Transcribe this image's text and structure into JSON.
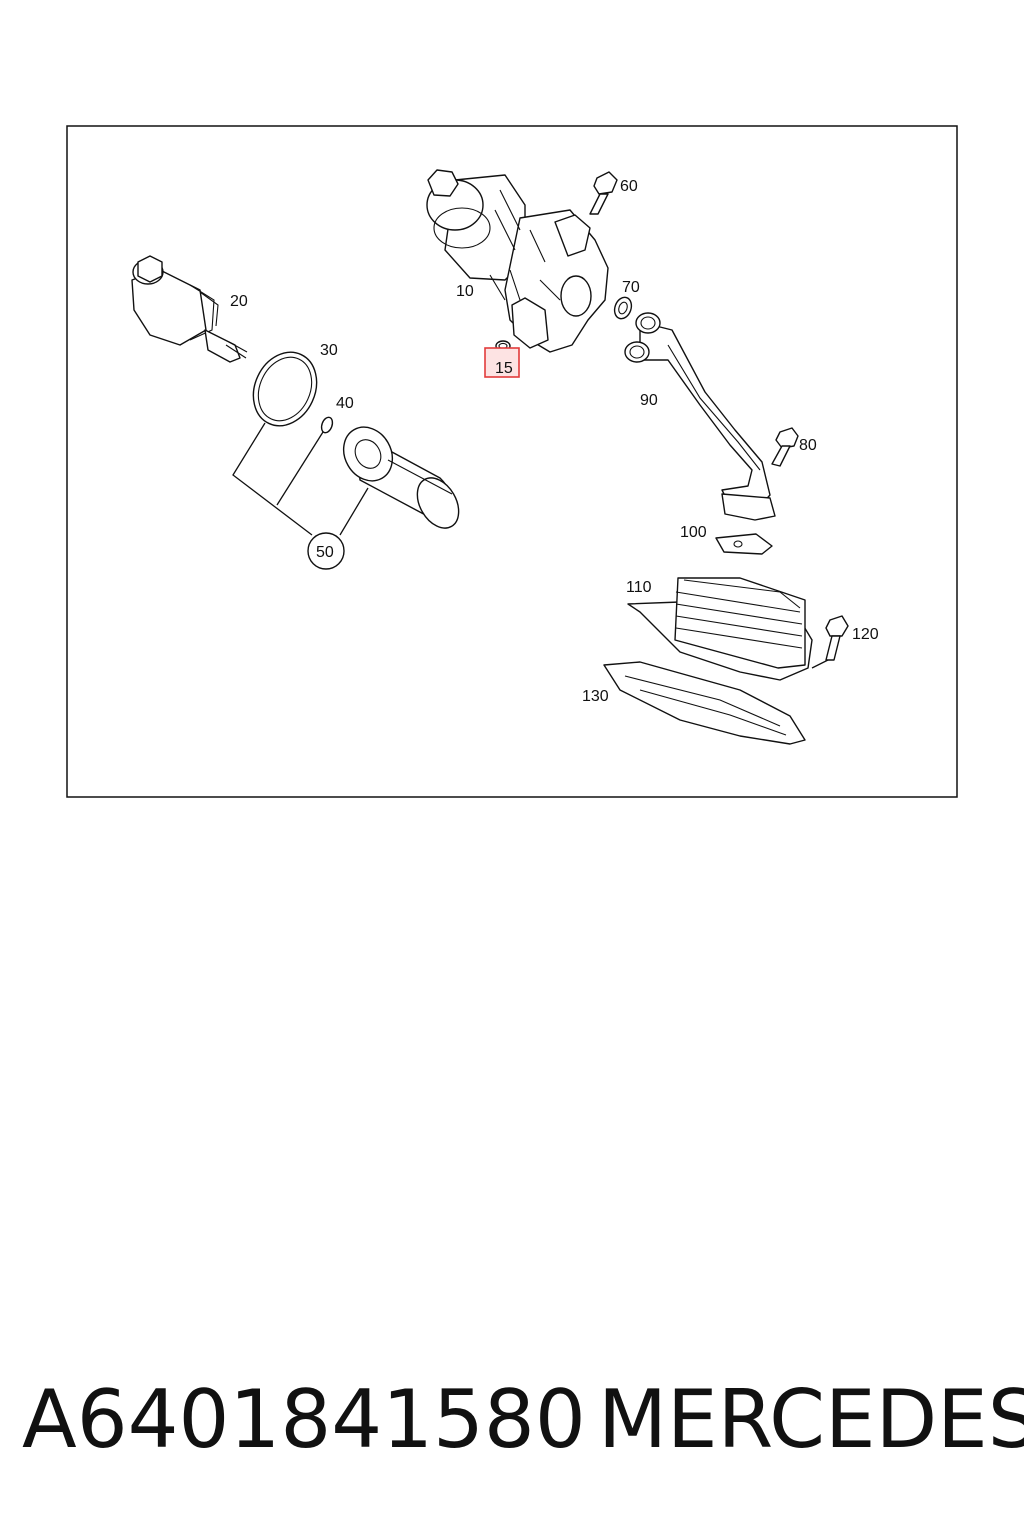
{
  "diagram": {
    "highlight_color": "#e23b3b",
    "highlight_fill": "#fde3e3",
    "labels": {
      "p10": "10",
      "p15": "15",
      "p20": "20",
      "p30": "30",
      "p40": "40",
      "p50": "50",
      "p60": "60",
      "p70": "70",
      "p80": "80",
      "p90": "90",
      "p100": "100",
      "p110": "110",
      "p120": "120",
      "p130": "130"
    },
    "highlighted_part": "15"
  },
  "caption": {
    "part_number": "A6401841580",
    "brand": "MERCEDES"
  }
}
